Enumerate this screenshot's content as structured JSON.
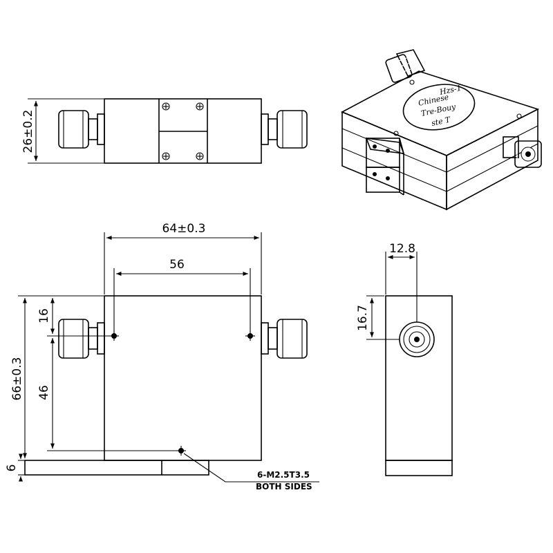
{
  "dimensions": {
    "height_side": "26±0.2",
    "width_total": "64±0.3",
    "hole_spacing": "56",
    "height_total": "66±0.3",
    "hole_offset_top": "16",
    "hole_offset_bottom": "46",
    "base_thickness": "6",
    "connector_offset_x": "12.8",
    "connector_offset_y": "16.7"
  },
  "notes": {
    "thread_spec": "6-M2.5T3.5",
    "both_sides": "BOTH SIDES"
  },
  "label_plate": {
    "lines": [
      "Hzs-1",
      "Chinese",
      "Tre-Bouy",
      "ste T"
    ]
  }
}
